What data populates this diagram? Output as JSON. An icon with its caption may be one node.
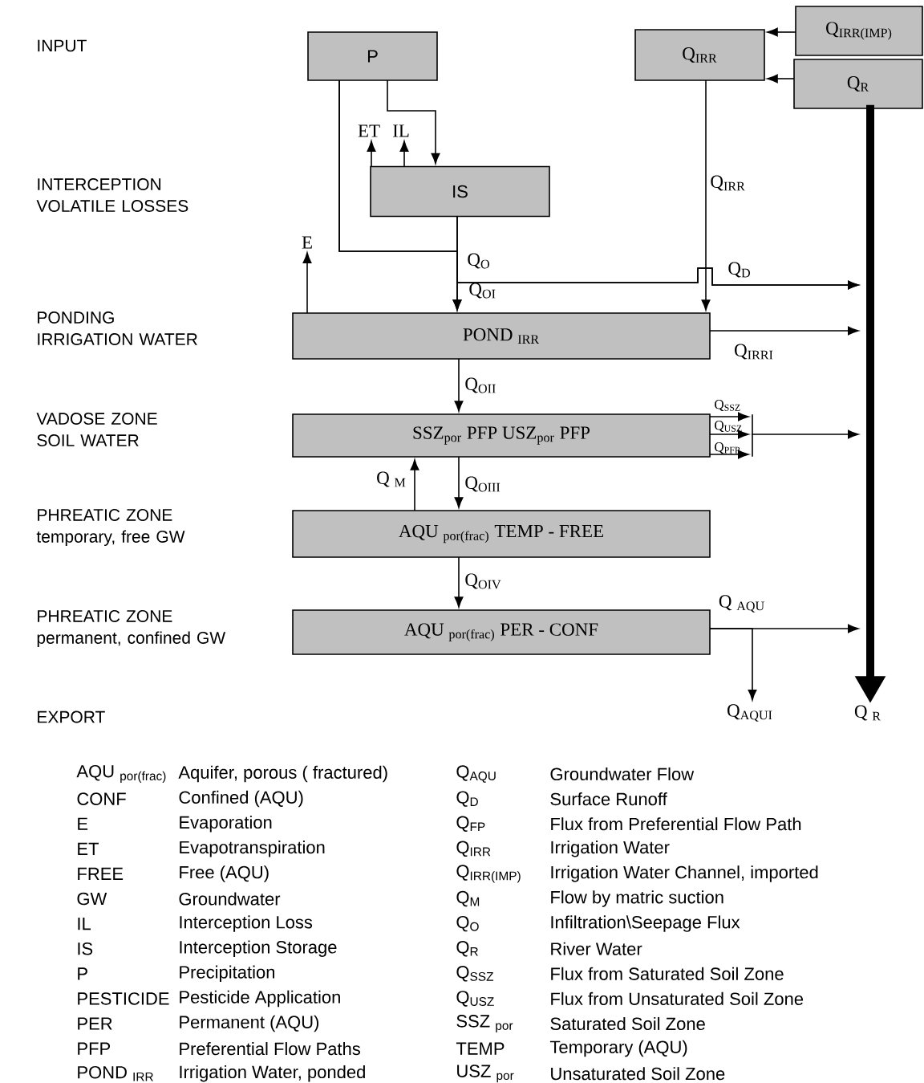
{
  "diagram": {
    "nodes": [
      {
        "text": [
          "P"
        ]
      },
      {
        "text": [
          "Q$_{IRR}$"
        ]
      },
      {
        "text": [
          "Q$_{IRR(IMP)}$"
        ]
      },
      {
        "text": [
          "Q$_{R}$"
        ]
      },
      {
        "text": [
          "IS"
        ]
      },
      {
        "text": [
          "ET"
        ]
      },
      {
        "text": [
          "IL"
        ]
      },
      {
        "text": [
          "E"
        ]
      },
      {
        "text": [
          "POND $_{IRR}$"
        ]
      },
      {
        "text": [
          "SSZ$_{por}$ PFP USZ$_{por}$ PFP"
        ]
      },
      {
        "text": [
          "AQU $_{por(frac)}$ TEMP - FREE"
        ]
      },
      {
        "text": [
          "AQU $_{por(frac)}$ PER - CONF"
        ]
      },
      {
        "text": [
          "Q$_{AQUI}$"
        ]
      },
      {
        "text": [
          "Q $_{R}$"
        ]
      }
    ],
    "edges": [
      {
        "from": 2,
        "to": 1,
        "arrow": "to"
      },
      {
        "from": 3,
        "to": 1,
        "arrow": "to"
      },
      {
        "from": 0,
        "to": 4,
        "arrow": "to"
      },
      {
        "from": 4,
        "to": 5,
        "arrow": "to"
      },
      {
        "from": 4,
        "to": 6,
        "arrow": "to"
      },
      {
        "from": 0,
        "to": 8,
        "arrow": "to"
      },
      {
        "from": 4,
        "to": 8,
        "arrow": "to",
        "label": "Q$_{OI}$"
      },
      {
        "from": 0,
        "to": null,
        "arrow": "to"
      },
      {
        "from": 4,
        "to": null,
        "arrow": "to",
        "label": "Q$_{D}$"
      },
      {
        "from": 1,
        "to": 8,
        "arrow": "to",
        "label": "Q$_{IRR}$"
      },
      {
        "from": 8,
        "to": 7,
        "arrow": "to"
      },
      {
        "from": 8,
        "to": null,
        "arrow": "to",
        "label": "Q$_{IRRI}$"
      },
      {
        "from": 8,
        "to": 9,
        "arrow": "to",
        "label": "Q$_{OII}$"
      },
      {
        "from": 9,
        "to": null,
        "arrow": "to",
        "label": "Q$_{SSZ}$"
      },
      {
        "from": 9,
        "to": null,
        "arrow": "to",
        "label": "Q$_{USZ}$"
      },
      {
        "from": 9,
        "to": null,
        "arrow": "to",
        "label": "Q$_{PFP}$"
      },
      {
        "from": 9,
        "to": 10,
        "arrow": "to",
        "label": "Q$_{OIII}$"
      },
      {
        "from": 10,
        "to": 9,
        "arrow": "to",
        "label": "Q $_{M}$"
      },
      {
        "from": 10,
        "to": 11,
        "arrow": "to",
        "label": "Q$_{OIV}$"
      },
      {
        "from": 11,
        "to": null,
        "arrow": "to",
        "label": "Q $_{AQU}$"
      },
      {
        "from": 11,
        "to": 12,
        "arrow": "to"
      },
      {
        "from": 3,
        "to": 13,
        "arrow": "to",
        "style": "thick"
      }
    ],
    "labels": [
      "INPUT",
      "INTERCEPTION VOLATILE LOSSES",
      "Q$_{O}$",
      "PONDING IRRIGATION WATER",
      "VADOSE ZONE SOIL WATER",
      "PHREATIC ZONE temporary, free GW",
      "PHREATIC ZONE permanent, confined GW",
      "EXPORT",
      "AQU $_{por(frac)}$",
      "Aquifer, porous ( fractured)",
      "Q$_{AQU}$",
      "Groundwater Flow",
      "CONF",
      "Confined (AQU)",
      "Q$_{D}$",
      "Surface Runoff",
      "E",
      "Evaporation",
      "Q$_{FP}$",
      "Flux from Preferential Flow Path",
      "ET",
      "Evapotranspiration",
      "Q$_{IRR}$",
      "Irrigation Water",
      "FREE",
      "Free (AQU)",
      "Q$_{IRR(IMP)}$",
      "Irrigation Water Channel, imported",
      "GW",
      "Groundwater",
      "Q$_{M}$",
      "Flow by matric suction",
      "IL",
      "Interception Loss",
      "Q$_{O}$",
      "Infiltration\\Seepage Flux",
      "IS",
      "Interception Storage",
      "Q$_{R}$",
      "River Water",
      "P",
      "Precipitation",
      "Q$_{SSZ}$",
      "Flux from Saturated Soil Zone",
      "PESTICIDE",
      "Pesticide Application",
      "Q$_{USZ}$",
      "Flux from Unsaturated Soil Zone",
      "PER",
      "Permanent (AQU)",
      "SSZ $_{por}$",
      "Saturated Soil Zone",
      "PFP",
      "Preferential Flow Paths",
      "TEMP",
      "Temporary (AQU)",
      "POND $_{IRR}$",
      "Irrigation Water, ponded",
      "USZ $_{por}$",
      "Unsaturated Soil Zone"
    ]
  }
}
